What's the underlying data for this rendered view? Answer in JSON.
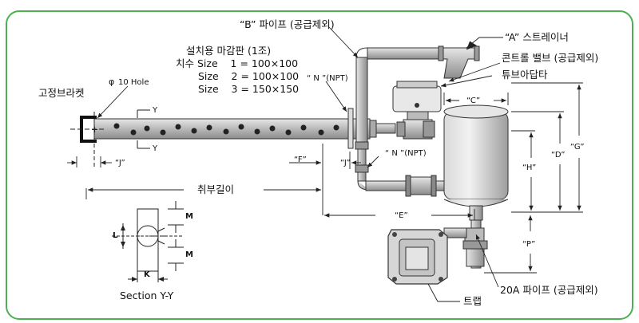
{
  "labels": {
    "b_pipe": "“B” 파이프 (공급제외)",
    "a_strainer": "“A” 스트레이너",
    "control_valve": "콘트롤 밸브 (공급제외)",
    "tube_adapter": "튜브아답타",
    "plate_title": "설치용 마감판 (1조)",
    "size_rows": [
      "치수 Size    1 = 100×100",
      "Size    2 = 100×100",
      "Size    3 = 150×150"
    ],
    "n_npt_top": "“ N ”(NPT)",
    "n_npt_mid": "“ N ”(NPT)",
    "fixing_bracket": "고정브라켓",
    "hole": "10 Hole",
    "phi": "φ",
    "y_top": "Y",
    "y_bottom": "Y",
    "dim_c": "“C”",
    "dim_g": "“G”",
    "dim_d": "“D”",
    "dim_h": "“H”",
    "dim_j": "“J”",
    "dim_f": "“F”",
    "dim_j2": "“J”",
    "dim_e": "“E”",
    "dim_p": "“P”",
    "length": "취부길이",
    "dim_m_top": "M",
    "dim_m_bottom": "M",
    "dim_l": "L",
    "dim_k": "K",
    "section": "Section Y-Y",
    "trap": "트랩",
    "pipe_20a": "20A 파이프 (공급제외)"
  },
  "colors": {
    "border": "#4caf50",
    "line": "#222222",
    "pipe_fill": "#c8c8c8",
    "pipe_dark": "#8a8a8a"
  }
}
